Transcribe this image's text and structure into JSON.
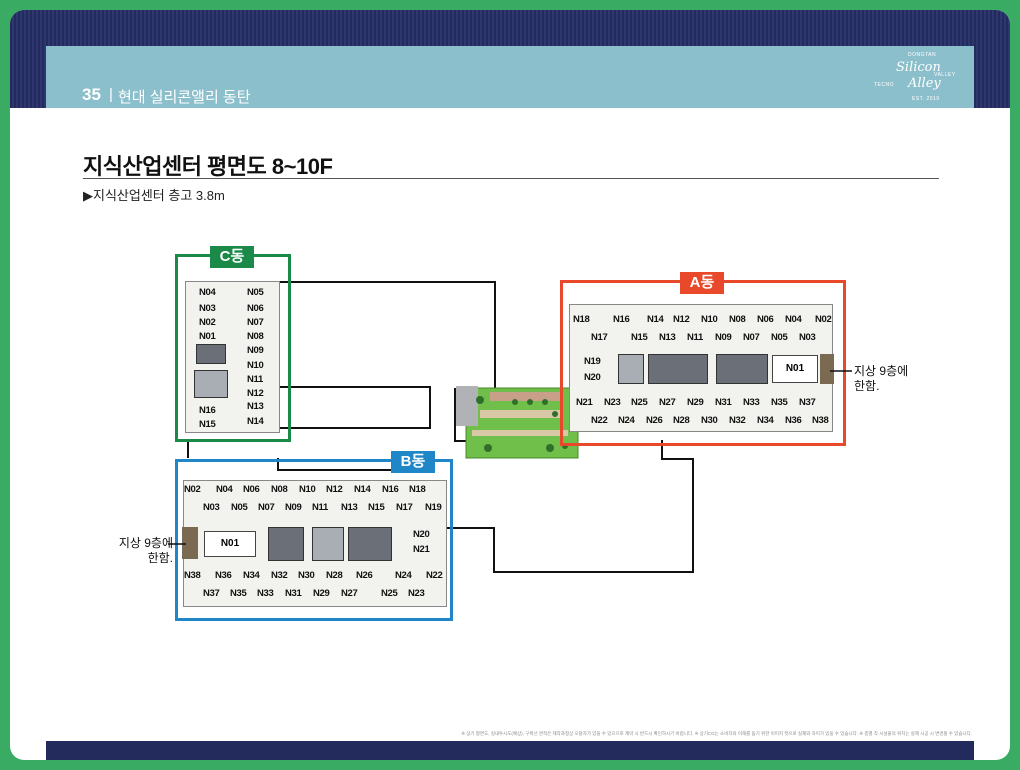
{
  "header": {
    "page_number": "35",
    "separator": "|",
    "page_name": "현대 실리콘앨리 동탄",
    "logo": {
      "line1": "Silicon",
      "line2": "Alley",
      "left_small": "TECNO",
      "right_small": "VALLEY",
      "top_small": "DONGTAN",
      "bottom_small": "EST. 2019"
    }
  },
  "title": "지식산업센터 평면도 8~10F",
  "subtitle": "▶지식산업센터 층고 3.8m",
  "colors": {
    "background": "#3aab62",
    "navy": "#232a5c",
    "banner": "#8cbfcc",
    "building_a": "#e8492a",
    "building_b": "#1f87c8",
    "building_c": "#1b8a48"
  },
  "buildings": {
    "a": {
      "label": "A동",
      "top_row": [
        "N18",
        "N16",
        "N14",
        "N12",
        "N10",
        "N08",
        "N06",
        "N04",
        "N02"
      ],
      "second_row": [
        "N17",
        "N15",
        "N13",
        "N11",
        "N09",
        "N07",
        "N05",
        "N03"
      ],
      "side_units": [
        "N19",
        "N20"
      ],
      "lobby": "N01",
      "third_row": [
        "N21",
        "N23",
        "N25",
        "N27",
        "N29",
        "N31",
        "N33",
        "N35",
        "N37"
      ],
      "bottom_row": [
        "N22",
        "N24",
        "N26",
        "N28",
        "N30",
        "N32",
        "N34",
        "N36",
        "N38"
      ],
      "note": [
        "지상 9층에",
        "한함."
      ]
    },
    "b": {
      "label": "B동",
      "top_row": [
        "N02",
        "N04",
        "N06",
        "N08",
        "N10",
        "N12",
        "N14",
        "N16",
        "N18"
      ],
      "second_row": [
        "N03",
        "N05",
        "N07",
        "N09",
        "N11",
        "N13",
        "N15",
        "N17",
        "N19"
      ],
      "lobby": "N01",
      "side_units": [
        "N20",
        "N21"
      ],
      "third_row": [
        "N38",
        "N36",
        "N34",
        "N32",
        "N30",
        "N28",
        "N26",
        "N24",
        "N22"
      ],
      "bottom_row": [
        "N37",
        "N35",
        "N33",
        "N31",
        "N29",
        "N27",
        "N25",
        "N23"
      ],
      "note": [
        "지상 9층에",
        "한함."
      ]
    },
    "c": {
      "label": "C동",
      "left_col": [
        "N04",
        "N03",
        "N02",
        "N01"
      ],
      "left_bottom": [
        "N16",
        "N15"
      ],
      "right_col": [
        "N05",
        "N06",
        "N07",
        "N08",
        "N09",
        "N10",
        "N11",
        "N12",
        "N13",
        "N14"
      ]
    }
  },
  "footnote": "※ 상기 평면도, 실내투시도(예상), 구획선 면적은 제작과정상 오탈자가 있을 수 있으므로 계약 시 반드시 확인하시기 바랍니다. ※ 상기CG는 소비자의 이해를 돕기 위한 이미지 컷으로 실제와 차이가 있을 수 있습니다. ※ 층별 각 시설물의 위치는 실제 시공 시 변경될 수 있습니다."
}
